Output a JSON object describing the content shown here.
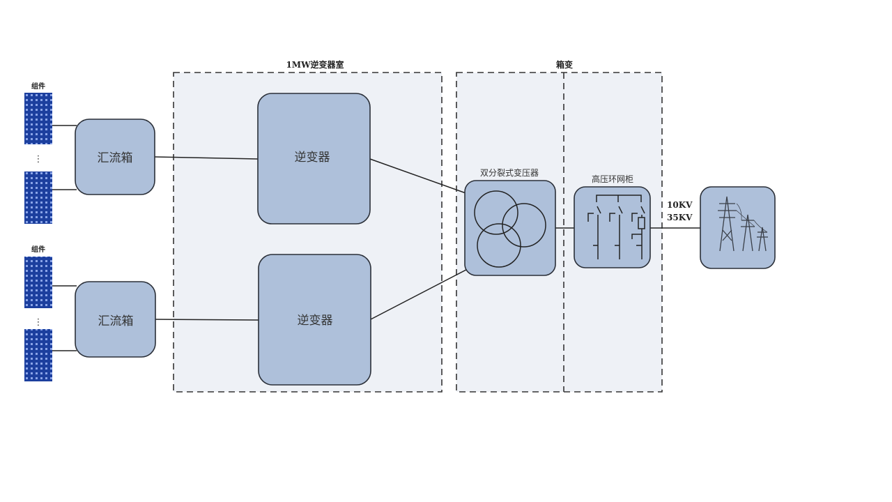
{
  "regions": {
    "inverter_room": "1MW逆变器室",
    "box_transformer": "箱变"
  },
  "pv_groups": [
    {
      "label": "组件",
      "ellipsis": "⋮"
    },
    {
      "label": "组件",
      "ellipsis": "⋮"
    }
  ],
  "combiner_boxes": [
    "汇流箱",
    "汇流箱"
  ],
  "inverters": [
    "逆变器",
    "逆变器"
  ],
  "transformer": {
    "label": "双分裂式变压器"
  },
  "ring_main_unit": {
    "label": "高压环网柜"
  },
  "voltage": [
    "10KV",
    "35KV"
  ],
  "colors": {
    "box_fill": "#aec0da",
    "box_stroke": "#2a2f38",
    "region_fill": "#eef1f6",
    "region_stroke": "#333333",
    "pv_panel": "#1c3f9e"
  }
}
